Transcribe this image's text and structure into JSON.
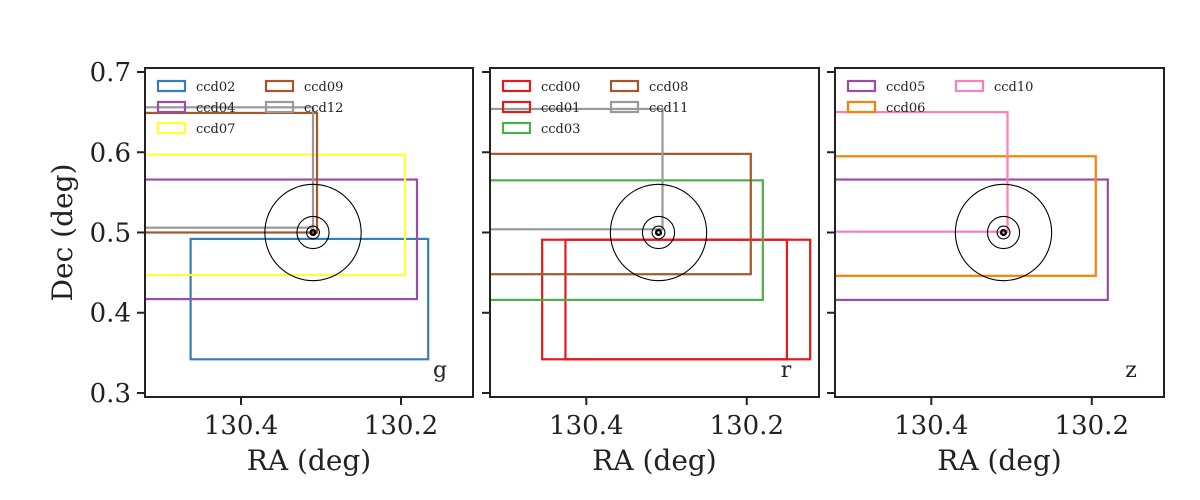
{
  "chart_data": {
    "type": "footprint",
    "xlabel": "RA (deg)",
    "ylabel": "Dec (deg)",
    "xlim": [
      130.52,
      130.11
    ],
    "ylim": [
      0.295,
      0.705
    ],
    "x_reversed": true,
    "xticks": [
      130.4,
      130.2
    ],
    "xtick_labels": [
      "130.4",
      "130.2"
    ],
    "yticks": [
      0.3,
      0.4,
      0.5,
      0.6,
      0.7
    ],
    "ytick_labels": [
      "0.3",
      "0.4",
      "0.5",
      "0.6",
      "0.7"
    ],
    "target": {
      "ra": 130.31,
      "dec": 0.5,
      "circle_radii": [
        0.003,
        0.008,
        0.02,
        0.06
      ]
    },
    "panels": [
      {
        "band": "g",
        "legend_columns": [
          [
            "ccd02",
            "ccd04",
            "ccd07"
          ],
          [
            "ccd09",
            "ccd12"
          ]
        ],
        "series": [
          {
            "name": "ccd02",
            "color": "#377eb8",
            "ra_min": 130.166,
            "ra_max": 130.463,
            "dec_min": 0.342,
            "dec_max": 0.492
          },
          {
            "name": "ccd04",
            "color": "#984ea3",
            "ra_min": 130.18,
            "ra_max": 130.53,
            "dec_min": 0.417,
            "dec_max": 0.566
          },
          {
            "name": "ccd07",
            "color": "#ffff33",
            "ra_min": 130.195,
            "ra_max": 130.53,
            "dec_min": 0.447,
            "dec_max": 0.597
          },
          {
            "name": "ccd09",
            "color": "#a65628",
            "ra_min": 130.305,
            "ra_max": 130.53,
            "dec_min": 0.5,
            "dec_max": 0.649
          },
          {
            "name": "ccd12",
            "color": "#999999",
            "ra_min": 130.31,
            "ra_max": 130.53,
            "dec_min": 0.506,
            "dec_max": 0.656
          }
        ]
      },
      {
        "band": "r",
        "legend_columns": [
          [
            "ccd00",
            "ccd01",
            "ccd03"
          ],
          [
            "ccd08",
            "ccd11"
          ]
        ],
        "series": [
          {
            "name": "ccd00",
            "color": "#e41a1c",
            "ra_min": 130.121,
            "ra_max": 130.455,
            "dec_min": 0.342,
            "dec_max": 0.491
          },
          {
            "name": "ccd01",
            "color": "#e41a1c",
            "ra_min": 130.15,
            "ra_max": 130.426,
            "dec_min": 0.342,
            "dec_max": 0.491
          },
          {
            "name": "ccd03",
            "color": "#4daf4a",
            "ra_min": 130.18,
            "ra_max": 130.53,
            "dec_min": 0.416,
            "dec_max": 0.565
          },
          {
            "name": "ccd08",
            "color": "#a65628",
            "ra_min": 130.195,
            "ra_max": 130.53,
            "dec_min": 0.448,
            "dec_max": 0.598
          },
          {
            "name": "ccd11",
            "color": "#999999",
            "ra_min": 130.305,
            "ra_max": 130.53,
            "dec_min": 0.504,
            "dec_max": 0.654
          }
        ]
      },
      {
        "band": "z",
        "legend_columns": [
          [
            "ccd05",
            "ccd06"
          ],
          [
            "ccd10"
          ]
        ],
        "series": [
          {
            "name": "ccd05",
            "color": "#984ea3",
            "ra_min": 130.18,
            "ra_max": 130.53,
            "dec_min": 0.416,
            "dec_max": 0.566
          },
          {
            "name": "ccd06",
            "color": "#ff7f00",
            "ra_min": 130.195,
            "ra_max": 130.53,
            "dec_min": 0.446,
            "dec_max": 0.595
          },
          {
            "name": "ccd10",
            "color": "#f781bf",
            "ra_min": 130.305,
            "ra_max": 130.53,
            "dec_min": 0.501,
            "dec_max": 0.65
          }
        ]
      }
    ]
  }
}
